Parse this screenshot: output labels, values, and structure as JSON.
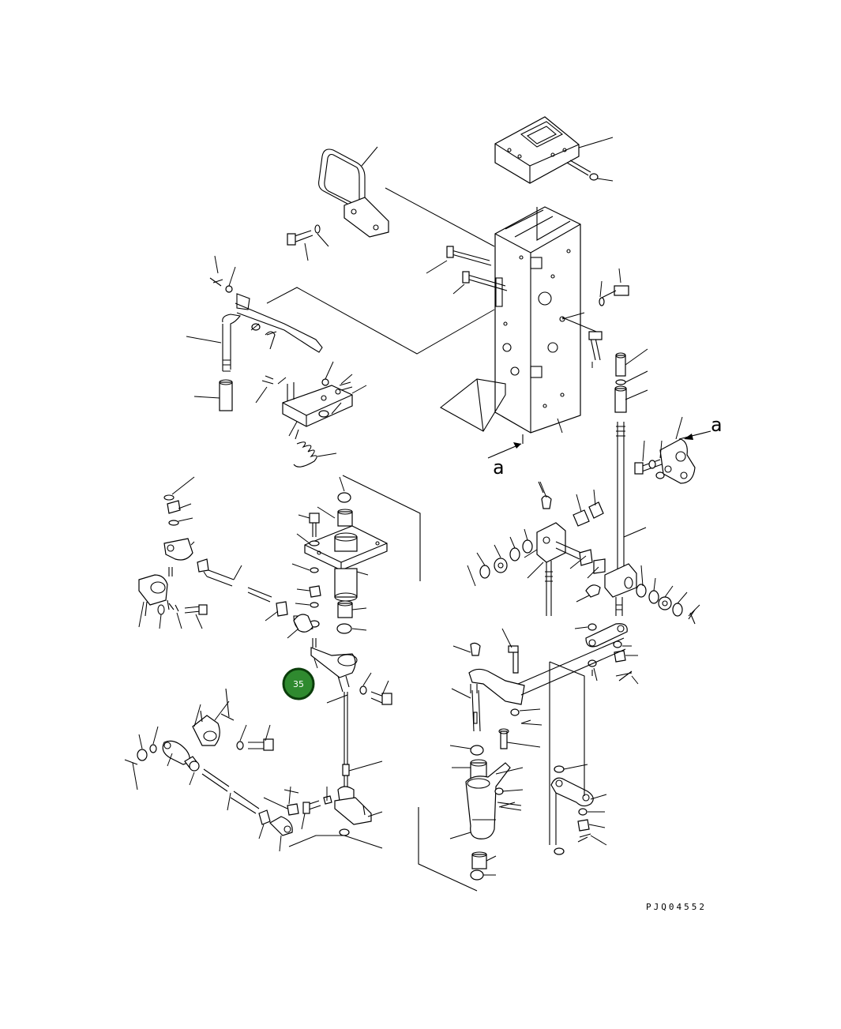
{
  "drawing": {
    "code": "PJQ04552",
    "view_arrow_label_left": "a",
    "view_arrow_label_right": "a"
  },
  "callouts": [
    {
      "number": "35"
    }
  ],
  "colors": {
    "line": "#000000",
    "callout_fill": "#2f8a2f",
    "callout_ring": "#0b3d0b",
    "callout_text": "#ffffff",
    "background": "#ffffff"
  }
}
